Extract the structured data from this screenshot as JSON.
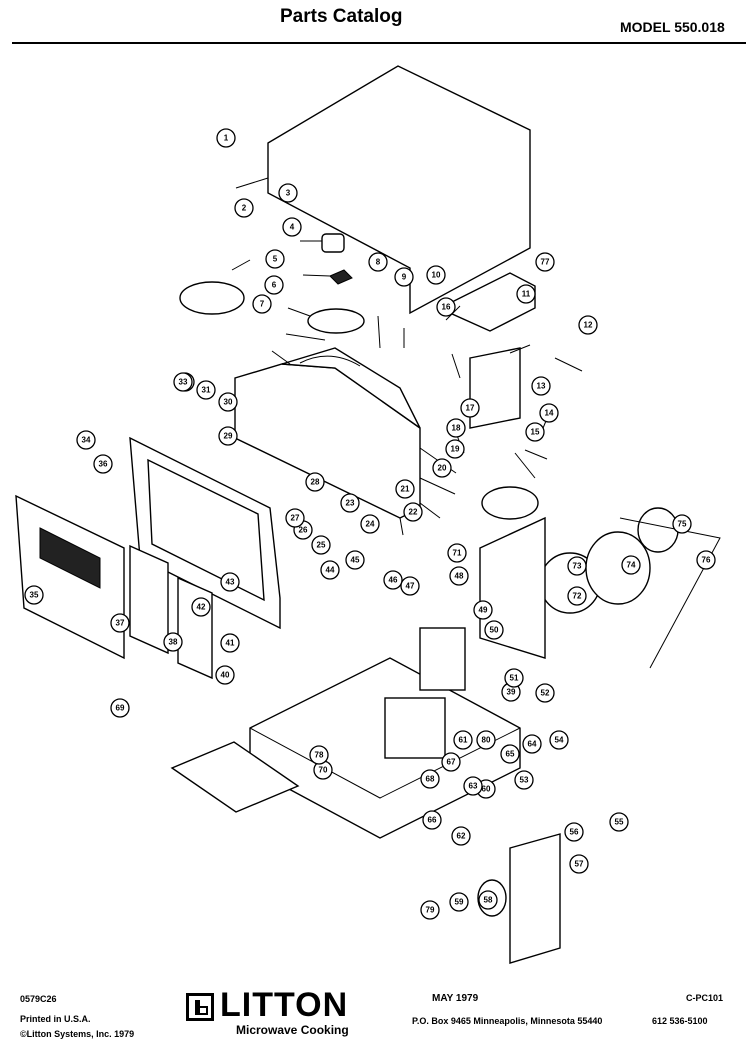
{
  "header": {
    "title": "Parts Catalog",
    "model": "MODEL 550.018"
  },
  "callouts": [
    {
      "n": "1"
    },
    {
      "n": "2"
    },
    {
      "n": "3"
    },
    {
      "n": "4"
    },
    {
      "n": "5"
    },
    {
      "n": "6"
    },
    {
      "n": "7"
    },
    {
      "n": "8"
    },
    {
      "n": "9"
    },
    {
      "n": "10"
    },
    {
      "n": "11"
    },
    {
      "n": "12"
    },
    {
      "n": "13"
    },
    {
      "n": "14"
    },
    {
      "n": "15"
    },
    {
      "n": "16"
    },
    {
      "n": "17"
    },
    {
      "n": "18"
    },
    {
      "n": "19"
    },
    {
      "n": "20"
    },
    {
      "n": "21"
    },
    {
      "n": "22"
    },
    {
      "n": "23"
    },
    {
      "n": "24"
    },
    {
      "n": "25"
    },
    {
      "n": "26"
    },
    {
      "n": "27"
    },
    {
      "n": "28"
    },
    {
      "n": "29"
    },
    {
      "n": "30"
    },
    {
      "n": "31"
    },
    {
      "n": "32"
    },
    {
      "n": "33"
    },
    {
      "n": "34"
    },
    {
      "n": "35"
    },
    {
      "n": "36"
    },
    {
      "n": "37"
    },
    {
      "n": "38"
    },
    {
      "n": "39"
    },
    {
      "n": "40"
    },
    {
      "n": "41"
    },
    {
      "n": "42"
    },
    {
      "n": "43"
    },
    {
      "n": "44"
    },
    {
      "n": "45"
    },
    {
      "n": "46"
    },
    {
      "n": "47"
    },
    {
      "n": "48"
    },
    {
      "n": "49"
    },
    {
      "n": "50"
    },
    {
      "n": "51"
    },
    {
      "n": "52"
    },
    {
      "n": "53"
    },
    {
      "n": "54"
    },
    {
      "n": "55"
    },
    {
      "n": "56"
    },
    {
      "n": "57"
    },
    {
      "n": "58"
    },
    {
      "n": "59"
    },
    {
      "n": "60"
    },
    {
      "n": "61"
    },
    {
      "n": "62"
    },
    {
      "n": "63"
    },
    {
      "n": "64"
    },
    {
      "n": "65"
    },
    {
      "n": "66"
    },
    {
      "n": "67"
    },
    {
      "n": "68"
    },
    {
      "n": "69"
    },
    {
      "n": "70"
    },
    {
      "n": "71"
    },
    {
      "n": "72"
    },
    {
      "n": "73"
    },
    {
      "n": "74"
    },
    {
      "n": "75"
    },
    {
      "n": "76"
    },
    {
      "n": "77"
    },
    {
      "n": "78"
    },
    {
      "n": "79"
    },
    {
      "n": "80"
    }
  ],
  "footer": {
    "code": "0579C26",
    "printed": "Printed in U.S.A.",
    "copyright": "©Litton Systems, Inc. 1979",
    "logo_word": "LITTON",
    "logo_sub": "Microwave Cooking",
    "date": "MAY 1979",
    "address": "P.O. Box 9465   Minneapolis, Minnesota 55440",
    "doc_id": "C-PC101",
    "phone": "612  536-5100"
  }
}
